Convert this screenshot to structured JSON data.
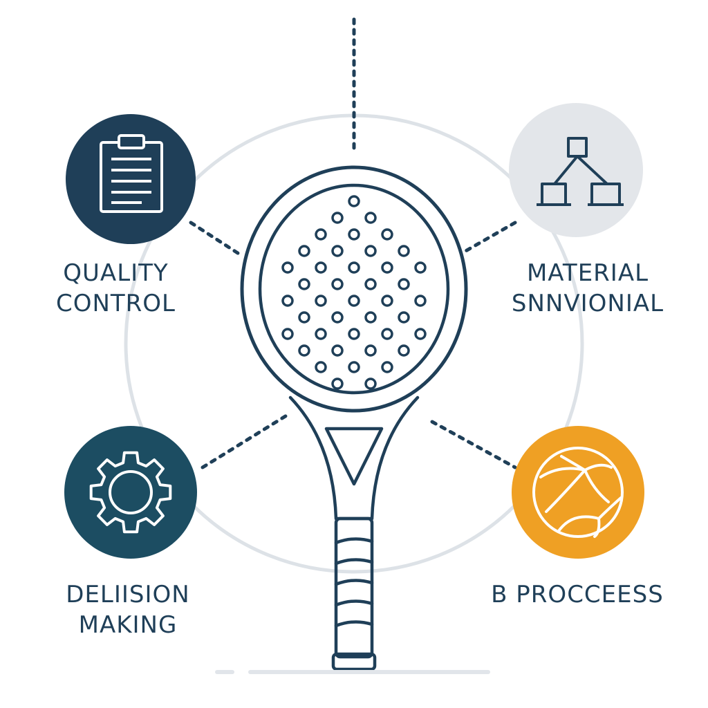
{
  "labels": {
    "quality_control": {
      "line1": "QUALITY",
      "line2": "CONTROL"
    },
    "material": {
      "line1": "MATERIAL",
      "line2": "SNNVIONIAL"
    },
    "decision_making": {
      "line1": "DELIISION",
      "line2": "MAKING"
    },
    "process": {
      "line1": "B PROCCEESS",
      "line2": ""
    }
  },
  "icons": {
    "center": "padel-racket-icon",
    "top_left": "clipboard-icon",
    "top_right": "hierarchy-icon",
    "bottom_left": "gear-icon",
    "bottom_right": "volleyball-icon"
  },
  "colors": {
    "navy": "#1f3f58",
    "dark_teal": "#1c4d62",
    "light_gray": "#e3e6ea",
    "orange": "#efa024",
    "ring": "#dde2e7",
    "text": "#1f3f58"
  }
}
